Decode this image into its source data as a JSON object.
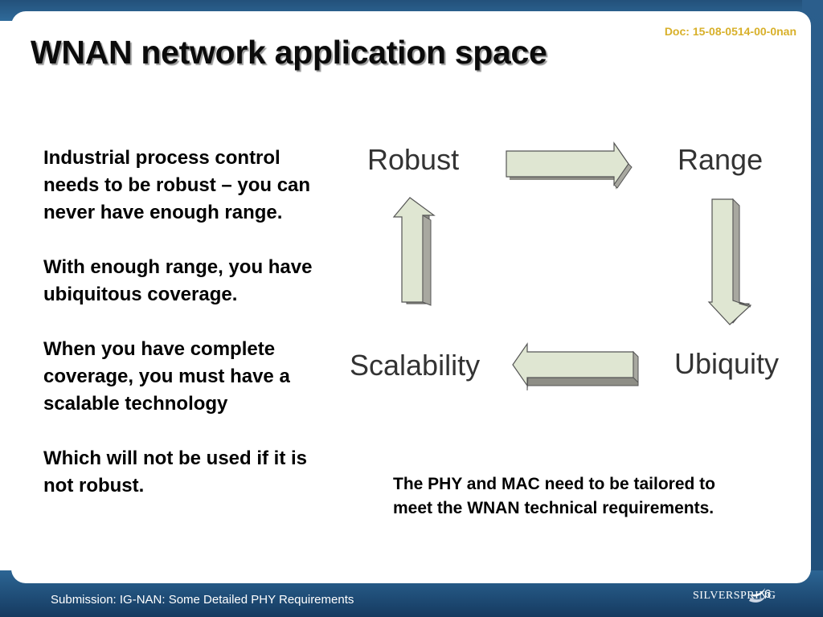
{
  "slide": {
    "title": "WNAN network application space",
    "doc_id": "Doc: 15-08-0514-00-0nan",
    "body_paragraphs": [
      "Industrial process control needs to be robust – you can never have enough range.",
      "With enough range, you have ubiquitous coverage.",
      "When you have complete coverage, you must have a scalable technology",
      "Which will not be used if it is not robust."
    ],
    "note": "The PHY and MAC need to be tailored to meet the WNAN technical requirements."
  },
  "cycle": {
    "robust": "Robust",
    "range": "Range",
    "ubiquity": "Ubiquity",
    "scalability": "Scalability"
  },
  "footer": {
    "submission": "Submission: IG-NAN: Some Detailed PHY Requirements",
    "logo": "SILVERSPRING",
    "page_number": "6"
  },
  "colors": {
    "arrow_fill": "#dfe6d2",
    "arrow_side": "#a8a8a0",
    "frame_blue": "#1f4e79",
    "doc_gold": "#d8b02a"
  }
}
